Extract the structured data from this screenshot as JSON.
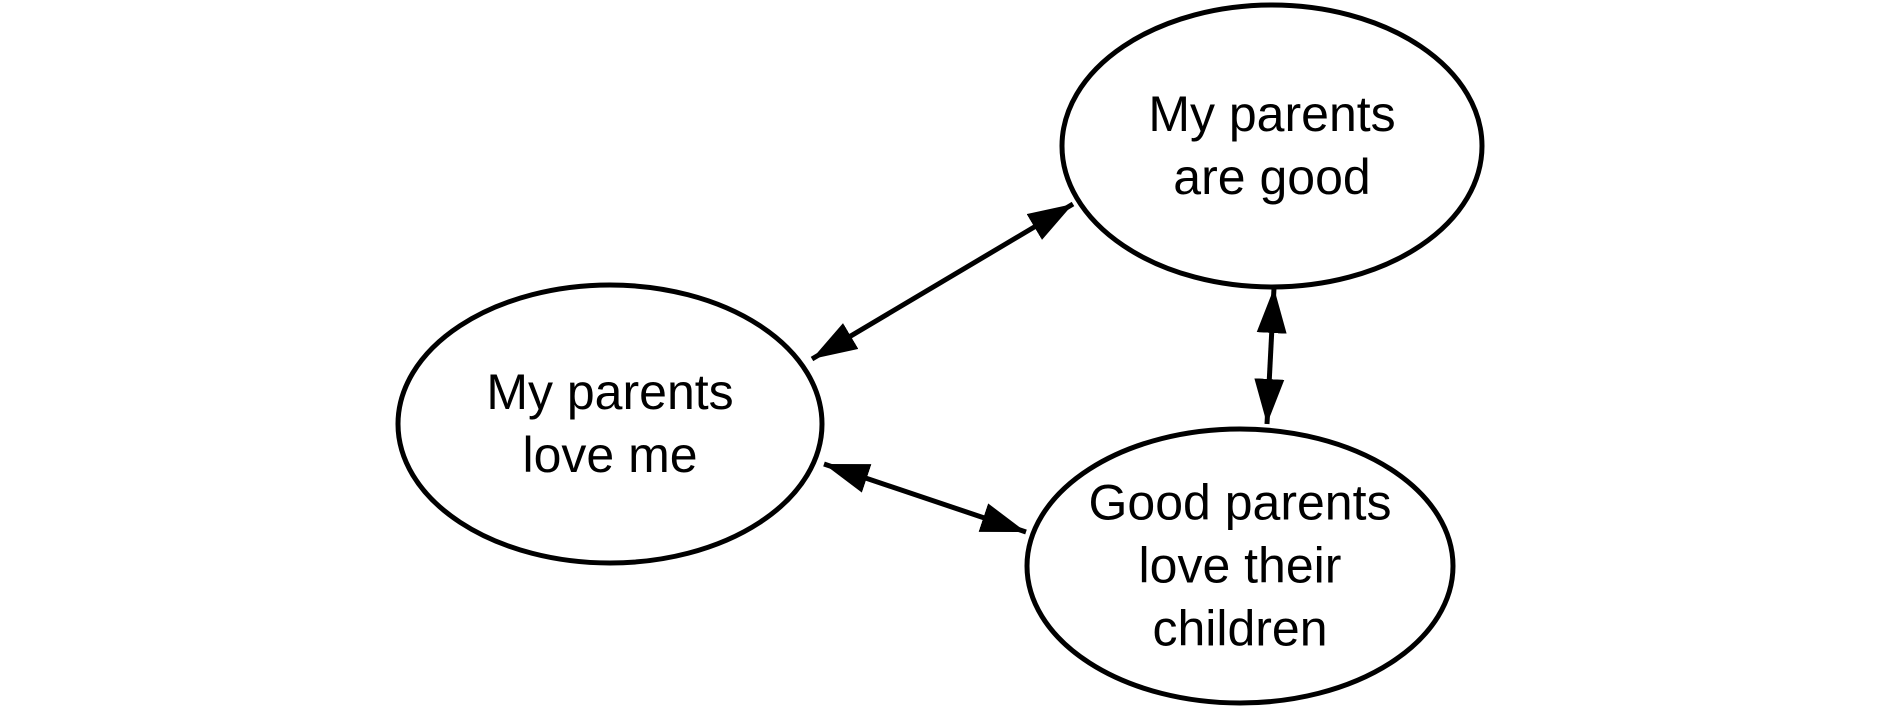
{
  "diagram": {
    "type": "concept-map",
    "background_color": "#ffffff",
    "stroke_color": "#000000",
    "text_color": "#000000",
    "nodes": {
      "parents_are_good": {
        "label": "My parents\nare good",
        "shape": "ellipse"
      },
      "parents_love_me": {
        "label": "My parents\nlove me",
        "shape": "ellipse"
      },
      "good_parents_love_children": {
        "label": "Good parents\nlove their\nchildren",
        "shape": "ellipse"
      }
    },
    "edges": [
      {
        "from": "parents_love_me",
        "to": "parents_are_good",
        "style": "double-headed-arrow"
      },
      {
        "from": "parents_are_good",
        "to": "good_parents_love_children",
        "style": "double-headed-arrow"
      },
      {
        "from": "parents_love_me",
        "to": "good_parents_love_children",
        "style": "double-headed-arrow"
      }
    ]
  }
}
